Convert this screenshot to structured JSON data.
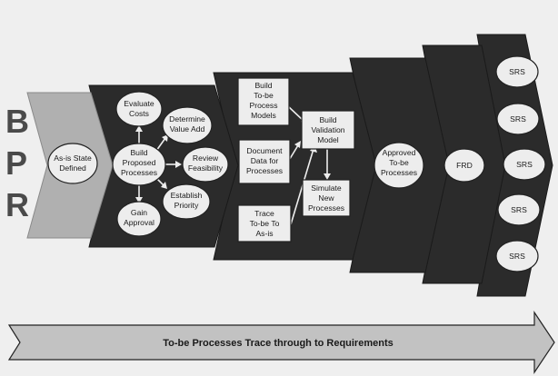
{
  "bpr_letters": [
    "B",
    "P",
    "R"
  ],
  "stage1": {
    "label_lines": [
      "As-is State",
      "Defined"
    ]
  },
  "stage2": {
    "center": [
      "Build",
      "Proposed",
      "Processes"
    ],
    "evaluate": [
      "Evaluate",
      "Costs"
    ],
    "value_add": [
      "Determine",
      "Value Add"
    ],
    "feasibility": [
      "Review",
      "Feasibility"
    ],
    "priority": [
      "Establish",
      "Priority"
    ],
    "approval": [
      "Gain",
      "Approval"
    ]
  },
  "stage3": {
    "build_models": [
      "Build",
      "To-be",
      "Process",
      "Models"
    ],
    "document_data": [
      "Document",
      "Data for",
      "Processes"
    ],
    "trace": [
      "Trace",
      "To-be To",
      "As-is"
    ],
    "validation": [
      "Build",
      "Validation",
      "Model"
    ],
    "simulate": [
      "Simulate",
      "New",
      "Processes"
    ]
  },
  "stage4": {
    "label_lines": [
      "Approved",
      "To-be",
      "Processes"
    ]
  },
  "stage5": {
    "label": "FRD"
  },
  "stage6": {
    "srs": [
      "SRS",
      "SRS",
      "SRS",
      "SRS",
      "SRS"
    ]
  },
  "banner": {
    "label": "To-be Processes Trace through to Requirements"
  }
}
